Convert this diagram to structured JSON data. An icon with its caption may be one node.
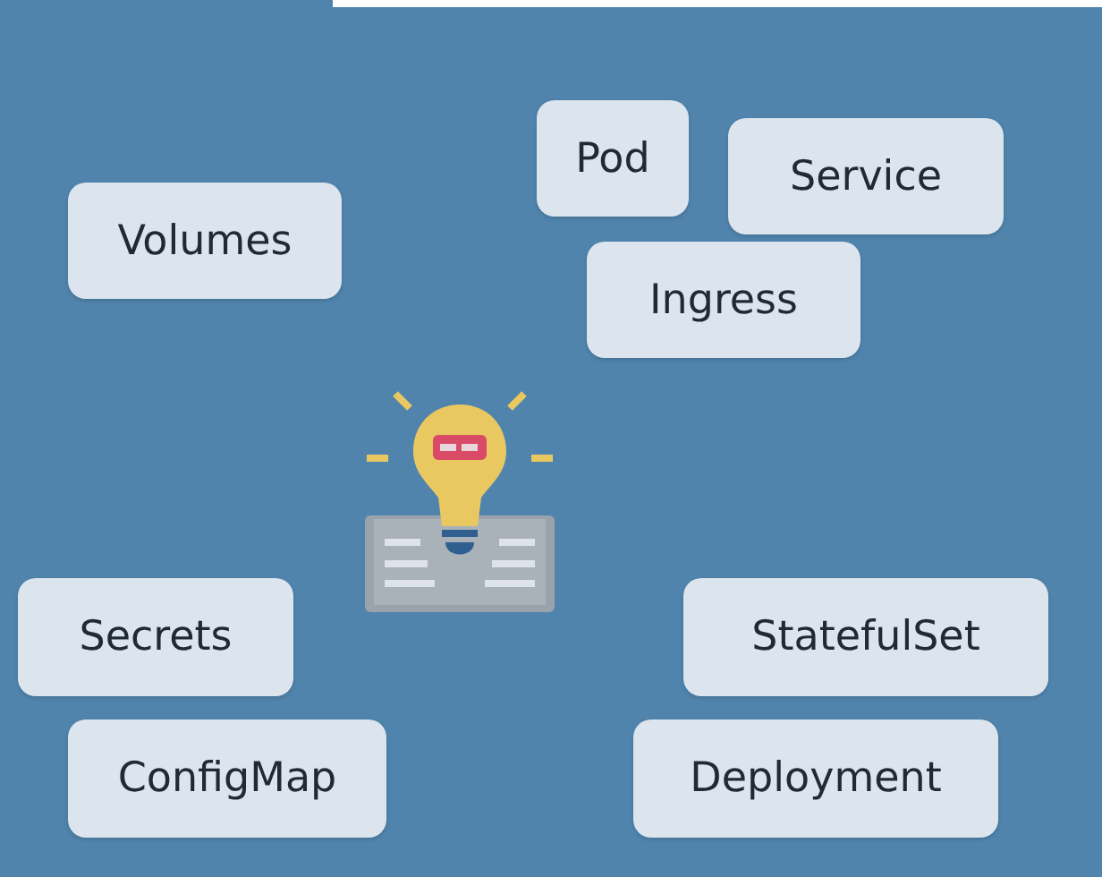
{
  "diagram": {
    "nodes": [
      {
        "text": [
          "Pod"
        ]
      },
      {
        "text": [
          "Service"
        ]
      },
      {
        "text": [
          "Volumes"
        ]
      },
      {
        "text": [
          "Ingress"
        ]
      },
      {
        "text": [
          "Secrets"
        ]
      },
      {
        "text": [
          "StatefulSet"
        ]
      },
      {
        "text": [
          "ConfigMap"
        ]
      },
      {
        "text": [
          "Deployment"
        ]
      }
    ]
  }
}
